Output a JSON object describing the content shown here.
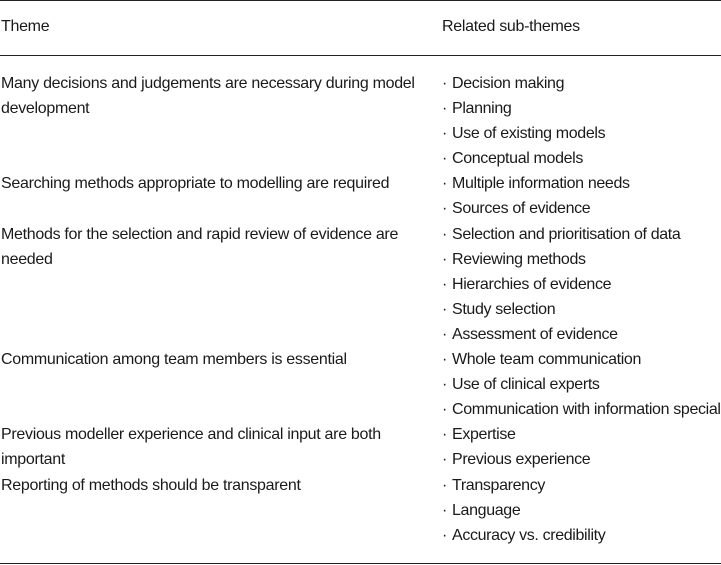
{
  "table": {
    "headers": {
      "theme": "Theme",
      "sub_themes": "Related sub-themes"
    },
    "bullet": "·",
    "rows": [
      {
        "theme": "Many decisions and judgements are necessary during model development",
        "sub_themes": [
          "Decision making",
          "Planning",
          "Use of existing models",
          "Conceptual models"
        ]
      },
      {
        "theme": "Searching methods appropriate to modelling are required",
        "sub_themes": [
          "Multiple information needs",
          "Sources of evidence"
        ]
      },
      {
        "theme": "Methods for the selection and rapid review of evidence are needed",
        "sub_themes": [
          "Selection and prioritisation of data",
          "Reviewing methods",
          "Hierarchies of evidence",
          "Study selection",
          "Assessment of evidence"
        ]
      },
      {
        "theme": "Communication among team members is essential",
        "sub_themes": [
          "Whole team communication",
          "Use of clinical experts",
          "Communication with information specialists"
        ]
      },
      {
        "theme": "Previous modeller experience and clinical input are both important",
        "sub_themes": [
          "Expertise",
          "Previous experience"
        ]
      },
      {
        "theme": "Reporting of methods should be transparent",
        "sub_themes": [
          "Transparency",
          "Language",
          "Accuracy vs. credibility"
        ]
      }
    ]
  }
}
